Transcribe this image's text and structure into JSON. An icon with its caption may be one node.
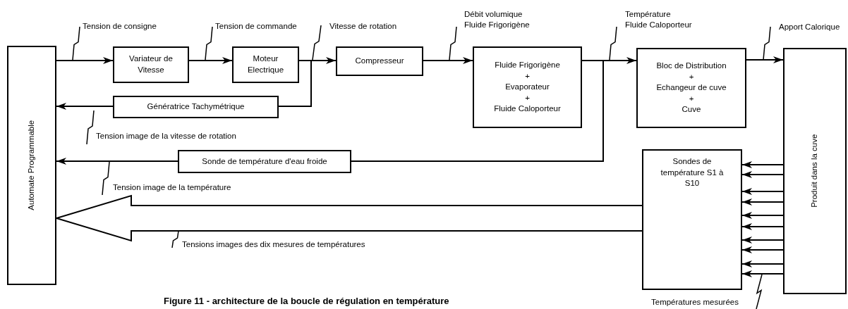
{
  "diagram": {
    "caption": "Figure 11 - architecture de la boucle de régulation en température",
    "nodes": [
      {
        "text": [
          "Automate Programmable"
        ]
      },
      {
        "text": [
          "Variateur de Vitesse"
        ]
      },
      {
        "text": [
          "Moteur Electrique"
        ]
      },
      {
        "text": [
          "Compresseur"
        ]
      },
      {
        "text": [
          "Fluide Frigorigène",
          "+",
          "Evaporateur",
          "+",
          "Fluide Caloporteur"
        ]
      },
      {
        "text": [
          "Bloc de Distribution",
          "+",
          "Echangeur de cuve",
          "+",
          "Cuve"
        ]
      },
      {
        "text": [
          "Produit dans la cuve"
        ]
      },
      {
        "text": [
          "Génératrice Tachymétrique"
        ]
      },
      {
        "text": [
          "Sonde de température d'eau froide"
        ]
      },
      {
        "text": [
          "Sondes de température S1 à S10"
        ]
      }
    ],
    "edges": [
      {
        "from": 0,
        "to": 1,
        "arrow": "to",
        "label": "Tension de consigne"
      },
      {
        "from": 1,
        "to": 2,
        "arrow": "to",
        "label": "Tension de commande"
      },
      {
        "from": 2,
        "to": 3,
        "arrow": "to",
        "label": "Vitesse de rotation"
      },
      {
        "from": 2,
        "to": 7,
        "arrow": "none"
      },
      {
        "from": 7,
        "to": 0,
        "arrow": "to",
        "label": "Tension image de la vitesse de rotation"
      },
      {
        "from": 3,
        "to": 4,
        "arrow": "to",
        "label": "Débit volumique Fluide Frigorigène"
      },
      {
        "from": 4,
        "to": 5,
        "arrow": "to",
        "label": "Température Fluide Caloporteur"
      },
      {
        "from": 4,
        "to": 8,
        "arrow": "none"
      },
      {
        "from": 8,
        "to": 0,
        "arrow": "to",
        "label": "Tension image de la température"
      },
      {
        "from": 5,
        "to": 6,
        "arrow": "to",
        "label": "Apport Calorique"
      },
      {
        "from": 6,
        "to": 9,
        "arrow": "to"
      },
      {
        "from": 6,
        "to": 9,
        "arrow": "to"
      },
      {
        "from": 6,
        "to": 9,
        "arrow": "to"
      },
      {
        "from": 6,
        "to": 9,
        "arrow": "to"
      },
      {
        "from": 6,
        "to": 9,
        "arrow": "to"
      },
      {
        "from": 6,
        "to": 9,
        "arrow": "to"
      },
      {
        "from": 6,
        "to": 9,
        "arrow": "to"
      },
      {
        "from": 6,
        "to": 9,
        "arrow": "to"
      },
      {
        "from": 6,
        "to": 9,
        "arrow": "to"
      },
      {
        "from": 6,
        "to": 9,
        "arrow": "to",
        "label": "Températures mesurées"
      },
      {
        "from": 9,
        "to": 0,
        "arrow": "to",
        "style": "thick",
        "label": "Tensions images des dix mesures de températures"
      }
    ]
  }
}
